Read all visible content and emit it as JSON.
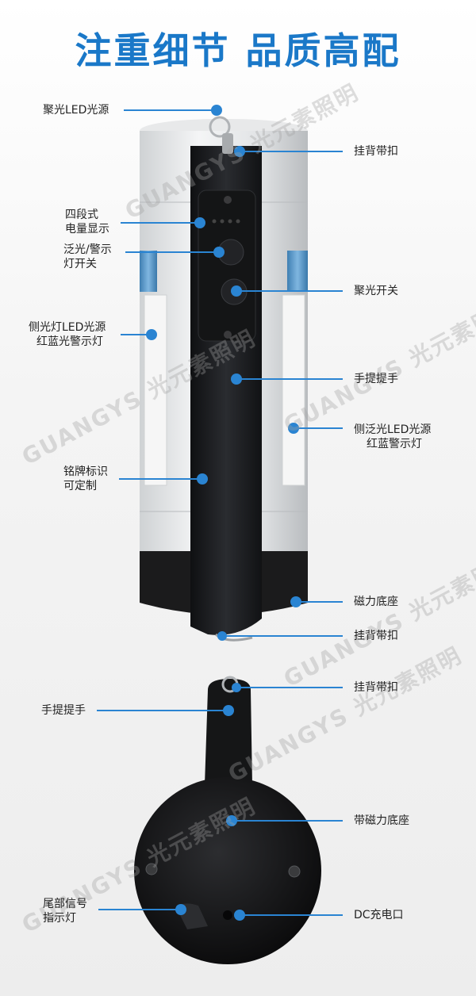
{
  "title": "注重细节  品质高配",
  "watermark": "GUANGYS 光元素照明",
  "labels": {
    "spot_led": "聚光LED光源",
    "hang_buckle_top": "挂背带扣",
    "battery_display_1": "四段式",
    "battery_display_2": "电量显示",
    "flood_switch_1": "泛光/警示",
    "flood_switch_2": "灯开关",
    "spot_switch": "聚光开关",
    "side_led_1": "侧光灯LED光源",
    "side_led_2": "红蓝光警示灯",
    "handle": "手提提手",
    "side_flood_1": "侧泛光LED光源",
    "side_flood_2": "红蓝警示灯",
    "nameplate_1": "铭牌标识",
    "nameplate_2": "可定制",
    "magnetic_base": "磁力底座",
    "hang_buckle_bottom": "挂背带扣",
    "hang_buckle_2": "挂背带扣",
    "handle_2": "手提提手",
    "magnetic_base_2": "带磁力底座",
    "tail_signal_1": "尾部信号",
    "tail_signal_2": "指示灯",
    "dc_port": "DC充电口"
  },
  "colors": {
    "accent": "#1a78c8",
    "dot": "#2a84d2",
    "line": "#2a84d2"
  }
}
